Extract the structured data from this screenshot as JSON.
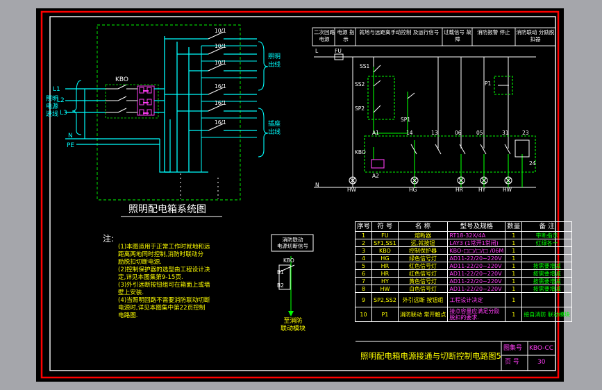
{
  "left_diagram": {
    "title": "照明配电箱系统图",
    "phases": [
      "L1",
      "L2",
      "L3"
    ],
    "side_label": [
      "照明",
      "电源",
      "进线"
    ],
    "neutral": "N",
    "pe": "PE",
    "main_breaker": "KBO",
    "circuit_ratings": [
      "10/1",
      "10/1",
      "10/1",
      "16/1",
      "16/1",
      "16/1"
    ],
    "lighting_out": [
      "照明",
      "出线"
    ],
    "socket_out": [
      "插座",
      "出线"
    ]
  },
  "control_header": [
    "二次回路 电源",
    "电源 指示",
    "就地与远距离手动控制 及运行信号",
    "过载信号 故障",
    "消防报警 停止",
    "消防联动 分励脱扣器"
  ],
  "control_labels": {
    "fuse": "FU",
    "l": "L",
    "n": "N",
    "ss1": "SS1",
    "ss2": "SS2",
    "sp2": "SP2",
    "sp1": "SP1",
    "kbo": "KBO",
    "p1": "P1",
    "terminals": [
      "A1",
      "14",
      "13",
      "06",
      "05",
      "31",
      "23",
      "24",
      "A2"
    ],
    "lamps": [
      "HW",
      "HG",
      "HR",
      "HY",
      "HW"
    ]
  },
  "notes": {
    "title": "注:",
    "items": [
      "(1)本图适用于正常工作时就地和远",
      "距离两地同时控制,消防时联动分",
      "励脱扣切断电源.",
      "(2)控制保护器的选型由工程设计决",
      "定,详见本图集第9-15页.",
      "(3)外引远断按钮组可在箱面上或墙",
      "壁上安装.",
      "(4)当照明回路不需要消防联动切断",
      "电源时,详见本图集中第22页控制",
      "电路图."
    ]
  },
  "fire_link": {
    "title": [
      "消防联动",
      "电源切断信号"
    ],
    "kbo": "KBO",
    "terminals": [
      "B1",
      "B2"
    ],
    "target": [
      "至消防",
      "联动模块"
    ]
  },
  "bom": {
    "headers": [
      "序号",
      "符 号",
      "名 称",
      "型号及规格",
      "数量",
      "备 注"
    ],
    "rows": [
      [
        "1",
        "FU",
        "熔断器",
        "RT18-32X/4A",
        "1",
        "带断指示"
      ],
      [
        "2",
        "SF1,SS1",
        "远,就按钮",
        "LAY3 (1常开1常闭)",
        "1",
        "红绿各一"
      ],
      [
        "3",
        "KBO",
        "控制保护器",
        "KBO-□□/□/□ /06M",
        "1",
        ""
      ],
      [
        "4",
        "HG",
        "绿色信号灯",
        "AD11-22/20~220V",
        "1",
        ""
      ],
      [
        "5",
        "HR",
        "红色信号灯",
        "AD11-22/20~220V",
        "1",
        "按需要增减"
      ],
      [
        "6",
        "HR",
        "红色信号灯",
        "AD11-22/20~220V",
        "1",
        "按需要增减"
      ],
      [
        "7",
        "HY",
        "黄色信号灯",
        "AD11-22/20~220V",
        "1",
        "按需要增减"
      ],
      [
        "8",
        "HW",
        "白色信号灯",
        "AD11-22/20~220V",
        "1",
        "按需要增减"
      ],
      [
        "9",
        "SP2,SS2",
        "外引远断 按钮组",
        "工程设计决定",
        "1",
        ""
      ],
      [
        "10",
        "P1",
        "消防联动 常开触点",
        "接点容量应满足分励脱扣的要求.",
        "1",
        "接自消防 联动模块"
      ]
    ]
  },
  "title_block": {
    "title": "照明配电箱电源接通与切断控制电路图5",
    "atlas_label": "图集号",
    "atlas_no": "KBO-CC",
    "page_label": "页 号",
    "page_no": "30"
  }
}
